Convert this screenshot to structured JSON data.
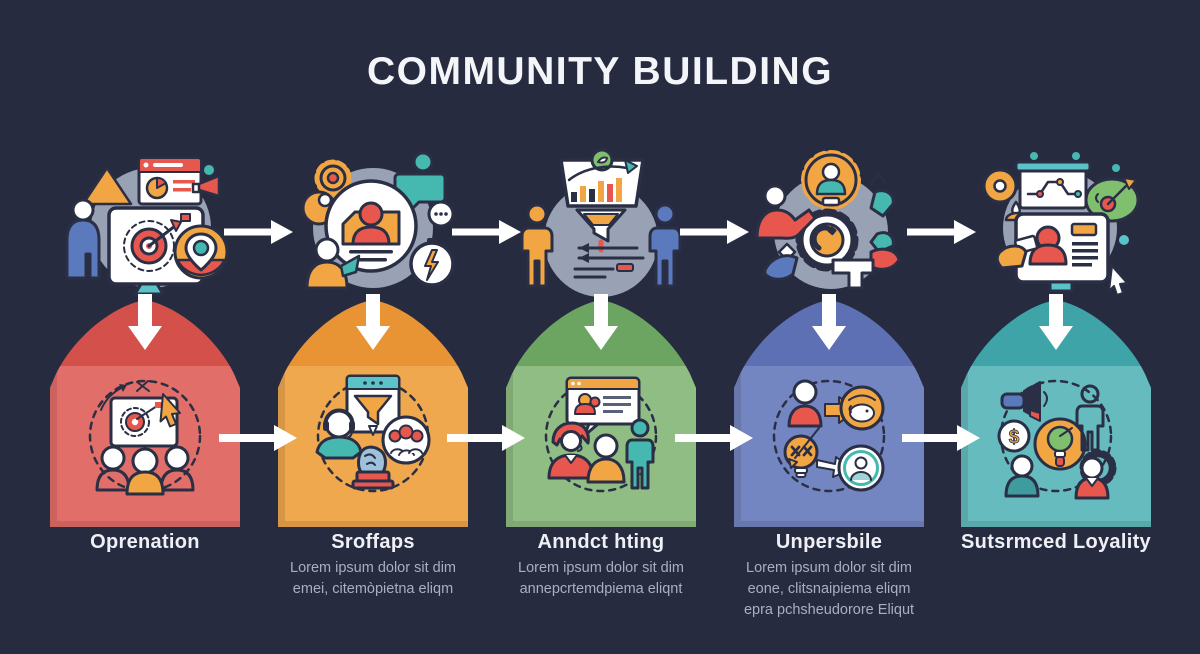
{
  "title": "COMMUNITY BUILDING",
  "colors": {
    "background": "#272B40",
    "outline": "#2A2F45",
    "icon_circle": "#99A1B4",
    "arrow": "#FFFFFF",
    "heading_text": "#EEF0F5",
    "muted_text": "#A9AFC0",
    "accent_red": "#E8574E",
    "accent_orange": "#F2A643",
    "accent_teal": "#45B8B0",
    "accent_blue": "#5B79BD",
    "accent_green": "#7FBF6E"
  },
  "stages": [
    {
      "label": "Oprenation",
      "description": [],
      "block_top": "#D4504B",
      "block_body": "#E26E69",
      "top_icon": "marketing-analytics-monitor",
      "block_icon": "team-planning-board"
    },
    {
      "label": "Sroffaps",
      "description": [
        "Lorem ipsum dolor sit dim",
        "emei, citemòpietna eliqm"
      ],
      "block_top": "#E89434",
      "block_body": "#EFA84E",
      "top_icon": "member-profile-review",
      "block_icon": "support-funnel-statue"
    },
    {
      "label": "Anndct hting",
      "description": [
        "Lorem ipsum dolor sit dim",
        "annepcrtemdpiema eliqnt"
      ],
      "block_top": "#6CA562",
      "block_body": "#90BD84",
      "top_icon": "audience-funnel-conversion",
      "block_icon": "community-conversation"
    },
    {
      "label": "Unpersbile",
      "description": [
        "Lorem ipsum dolor sit dim",
        "eone, clitsnaipiema eliqm",
        "epra pchsheudorore Eliqut"
      ],
      "block_top": "#5D70B3",
      "block_body": "#7486C1",
      "top_icon": "collaboration-gears",
      "block_icon": "idea-to-value-cycle"
    },
    {
      "label": "Sutsrmced Loyality",
      "description": [],
      "block_top": "#3FA4A7",
      "block_body": "#65BBBD",
      "top_icon": "online-profile-targeting",
      "block_icon": "loyalty-promotion"
    }
  ]
}
